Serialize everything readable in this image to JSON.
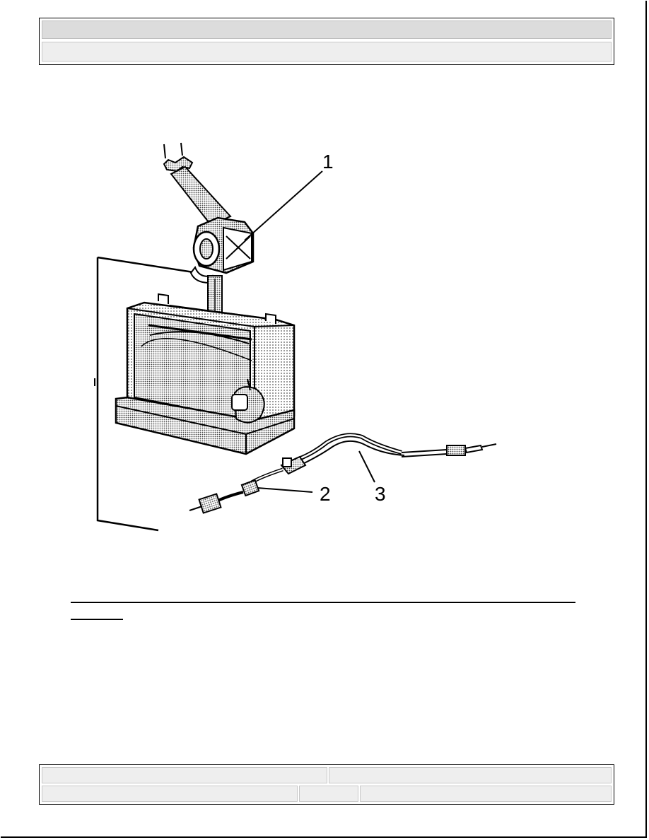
{
  "figure": {
    "callouts": [
      {
        "label": "1"
      },
      {
        "label": "2"
      },
      {
        "label": "3"
      }
    ]
  },
  "colors": {
    "line": "#000000",
    "header_bar": "#dcdcdc",
    "header_sub": "#eeeeee"
  }
}
